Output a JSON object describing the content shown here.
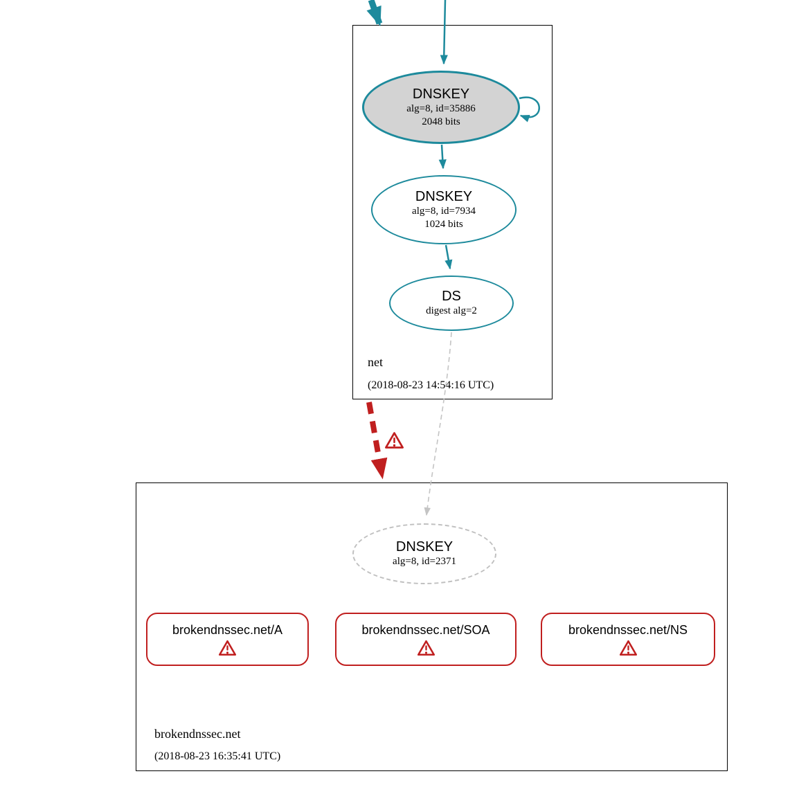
{
  "top_zone": {
    "name": "net",
    "timestamp": "(2018-08-23 14:54:16 UTC)",
    "ksk": {
      "title": "DNSKEY",
      "detail1": "alg=8, id=35886",
      "detail2": "2048 bits"
    },
    "zsk": {
      "title": "DNSKEY",
      "detail1": "alg=8, id=7934",
      "detail2": "1024 bits"
    },
    "ds": {
      "title": "DS",
      "detail1": "digest alg=2"
    }
  },
  "bottom_zone": {
    "name": "brokendnssec.net",
    "timestamp": "(2018-08-23 16:35:41 UTC)",
    "dnskey": {
      "title": "DNSKEY",
      "detail1": "alg=8, id=2371"
    },
    "rrsets": [
      {
        "label": "brokendnssec.net/A"
      },
      {
        "label": "brokendnssec.net/SOA"
      },
      {
        "label": "brokendnssec.net/NS"
      }
    ]
  },
  "icons": {
    "warning": "warning-icon"
  },
  "colors": {
    "secure_teal": "#1d8a9c",
    "error_red": "#c01f1f",
    "ksk_fill_gray": "#d3d3d3",
    "insecure_gray": "#c4c4c4",
    "zone_border": "#000000"
  }
}
